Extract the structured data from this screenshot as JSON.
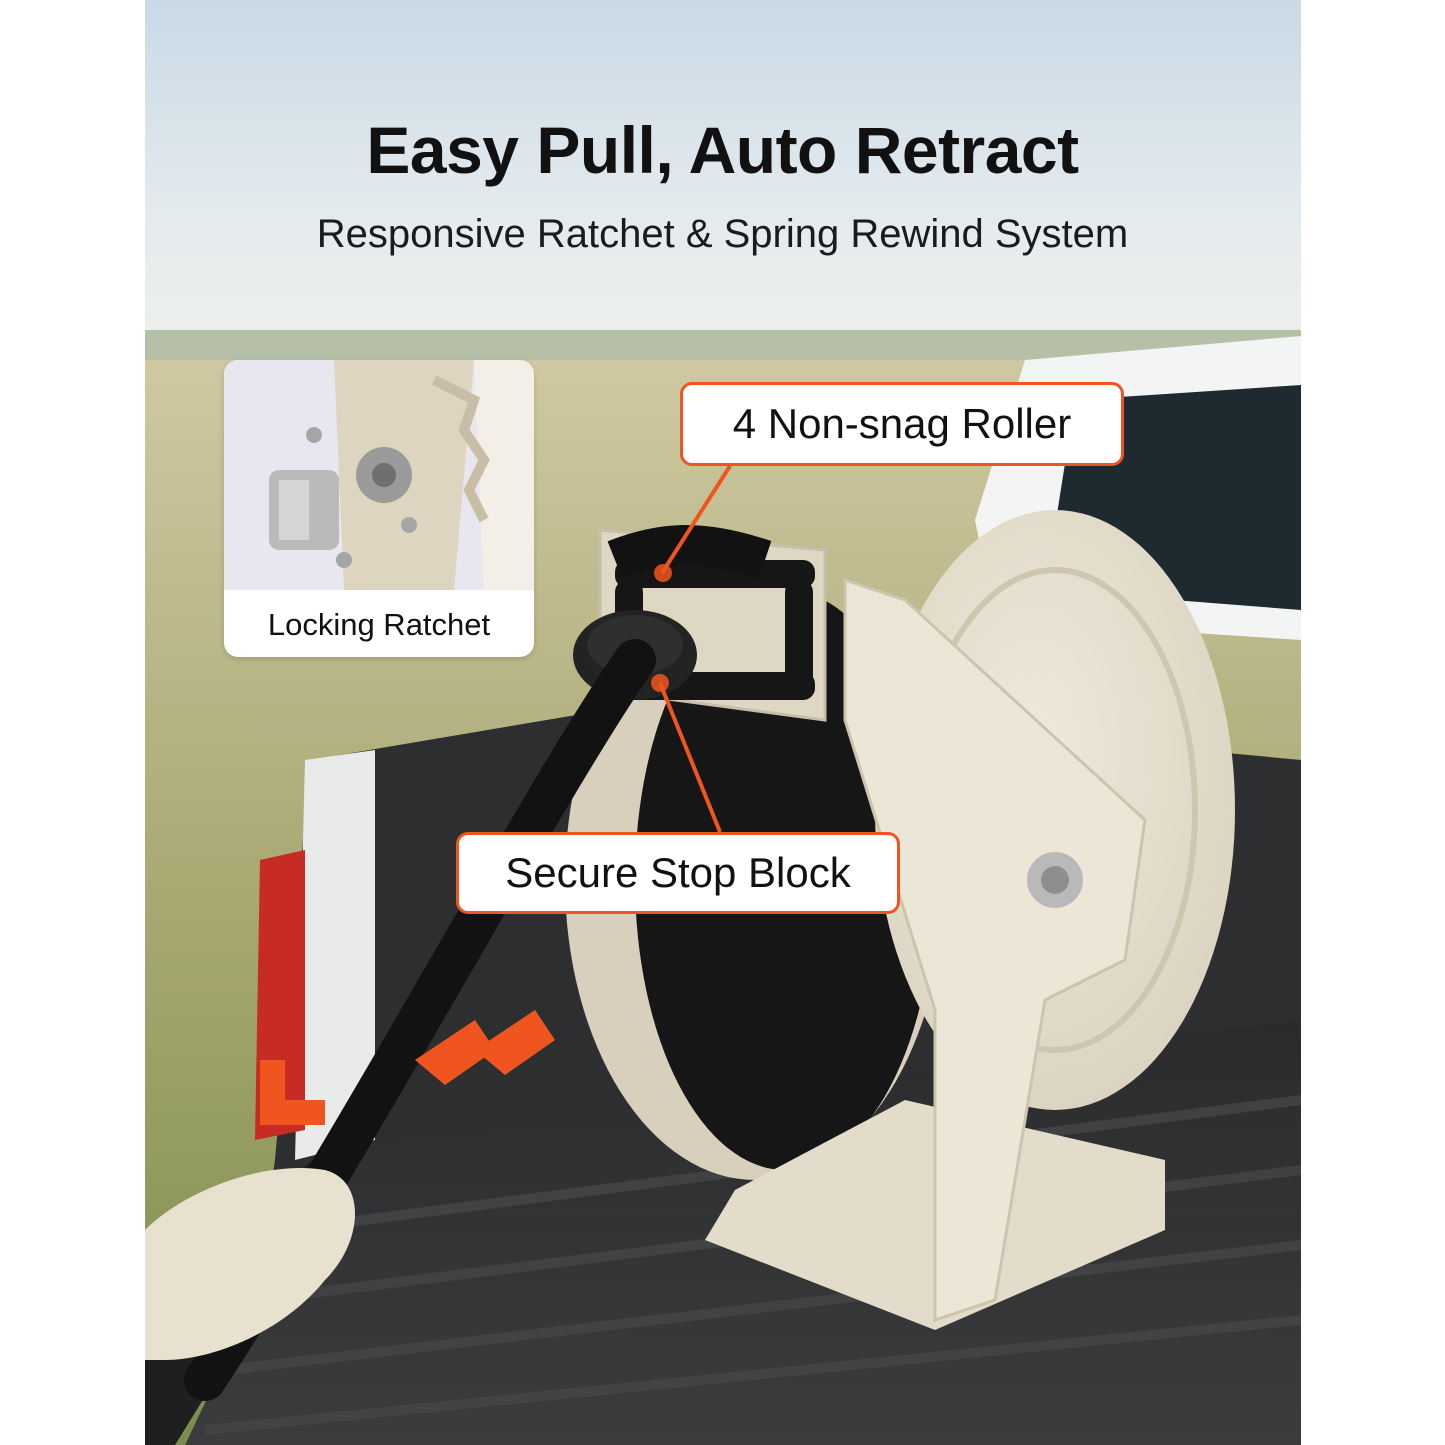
{
  "headline": "Easy Pull, Auto Retract",
  "subheadline": "Responsive Ratchet & Spring Rewind System",
  "inset": {
    "label": "Locking Ratchet"
  },
  "callouts": {
    "rollers": "4 Non-snag Roller",
    "stop_block": "Secure Stop Block"
  },
  "colors": {
    "accent": "#f0551f",
    "reel": "#e6dfcf",
    "hose": "#1c1c1c"
  }
}
